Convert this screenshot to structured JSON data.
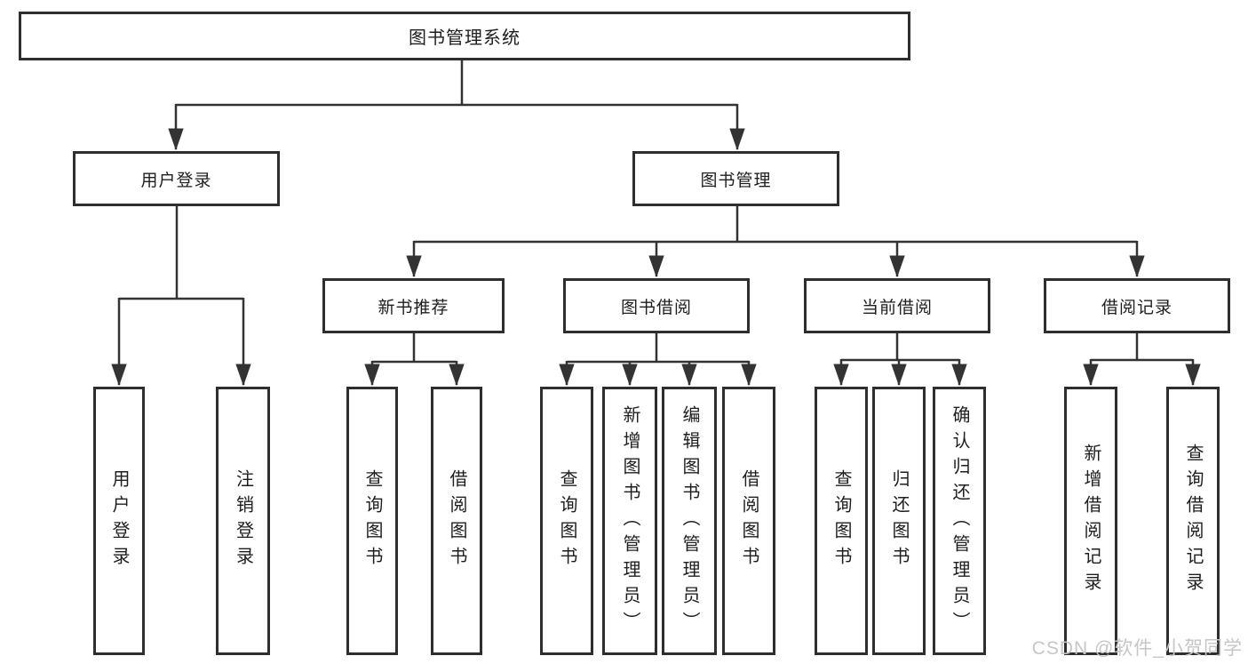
{
  "diagram": {
    "root": {
      "label": "图书管理系统"
    },
    "level2": [
      {
        "label": "用户登录"
      },
      {
        "label": "图书管理"
      }
    ],
    "level3": [
      {
        "label": "新书推荐"
      },
      {
        "label": "图书借阅"
      },
      {
        "label": "当前借阅"
      },
      {
        "label": "借阅记录"
      }
    ],
    "leaves": [
      {
        "label": "用户登录"
      },
      {
        "label": "注销登录"
      },
      {
        "label": "查询图书"
      },
      {
        "label": "借阅图书"
      },
      {
        "label": "查询图书"
      },
      {
        "label": "新增图书（管理员）"
      },
      {
        "label": "编辑图书（管理员）"
      },
      {
        "label": "借阅图书"
      },
      {
        "label": "查询图书"
      },
      {
        "label": "归还图书"
      },
      {
        "label": "确认归还（管理员）"
      },
      {
        "label": "新增借阅记录"
      },
      {
        "label": "查询借阅记录"
      }
    ]
  },
  "watermark": {
    "text": "CSDN @软件_小贺同学"
  },
  "colors": {
    "line": "#333333",
    "box_border": "#2e2e2e",
    "text": "#1e1e1e",
    "watermark": "#c6c6c6",
    "background": "#ffffff"
  }
}
